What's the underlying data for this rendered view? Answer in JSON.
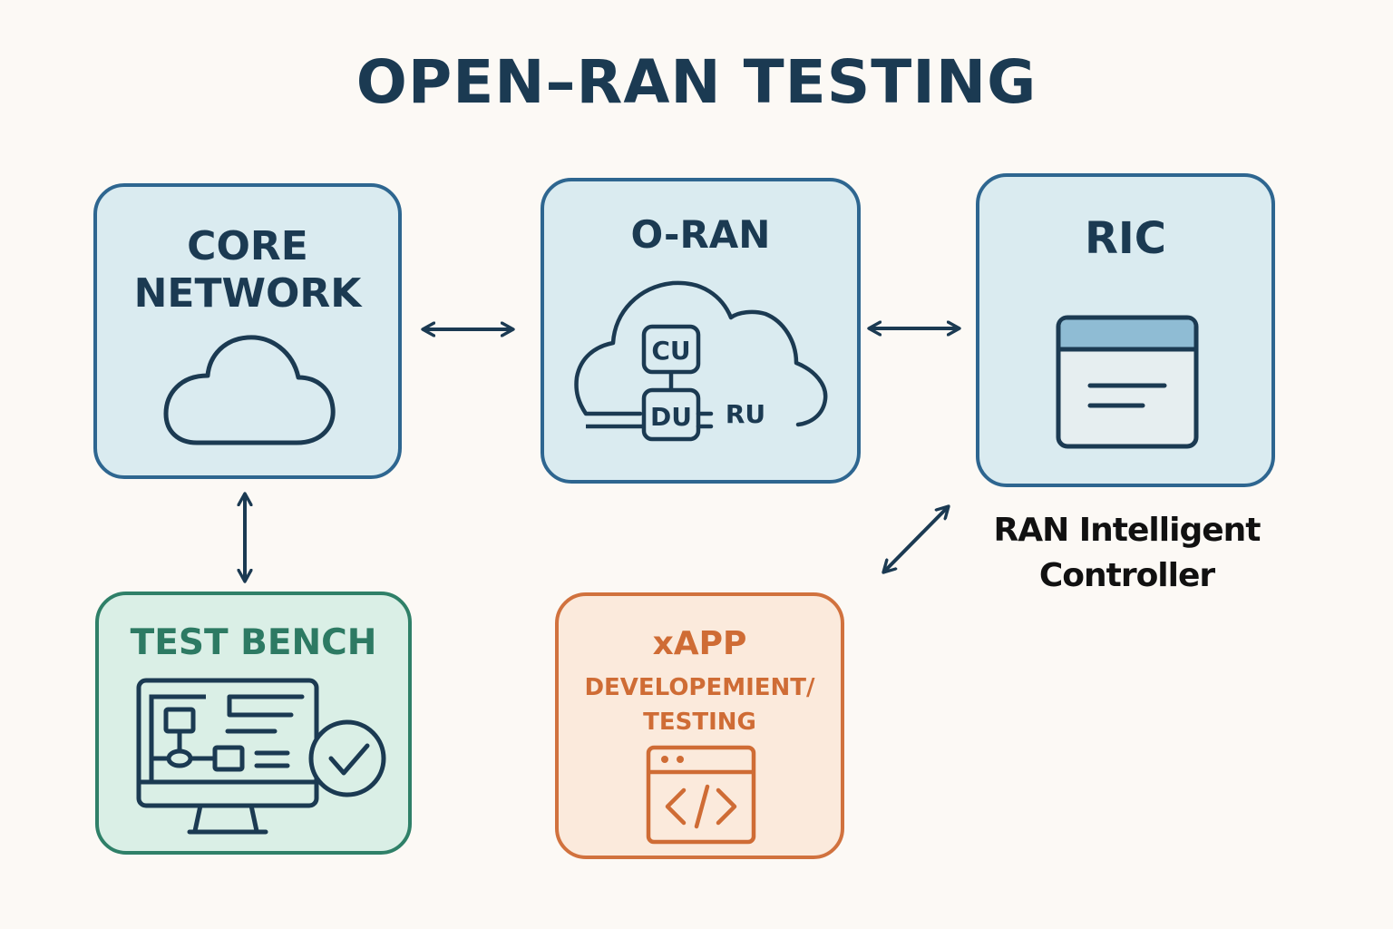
{
  "title": "OPEN–RAN TESTING",
  "nodes": {
    "core": {
      "line1": "CORE",
      "line2": "NETWORK",
      "icon": "cloud-icon"
    },
    "oran": {
      "label": "O-RAN",
      "icon": "cloud-icon",
      "cu": "CU",
      "du": "DU",
      "ru": "RU"
    },
    "ric": {
      "label": "RIC",
      "icon": "window-icon",
      "caption_line1": "RAN Intelligent",
      "caption_line2": "Controller"
    },
    "bench": {
      "label": "TEST BENCH",
      "icon": "monitor-check-icon"
    },
    "xapp": {
      "label": "xAPP",
      "sub1": "DEVELOPEMIENT/",
      "sub2": "TESTING",
      "icon": "code-window-icon"
    }
  },
  "connections": [
    {
      "from": "CORE NETWORK",
      "to": "O-RAN",
      "type": "bidirectional"
    },
    {
      "from": "O-RAN",
      "to": "RIC",
      "type": "bidirectional"
    },
    {
      "from": "CORE NETWORK",
      "to": "TEST BENCH",
      "type": "bidirectional"
    },
    {
      "from": "RIC",
      "to": "xAPP",
      "type": "bidirectional"
    }
  ],
  "colors": {
    "primary": "#1b3a52",
    "blue_border": "#2e6690",
    "blue_fill": "#daebf0",
    "green": "#2f8068",
    "green_fill": "#daefe6",
    "orange": "#d1723e",
    "orange_fill": "#fbeadc",
    "background": "#fcf9f5"
  }
}
